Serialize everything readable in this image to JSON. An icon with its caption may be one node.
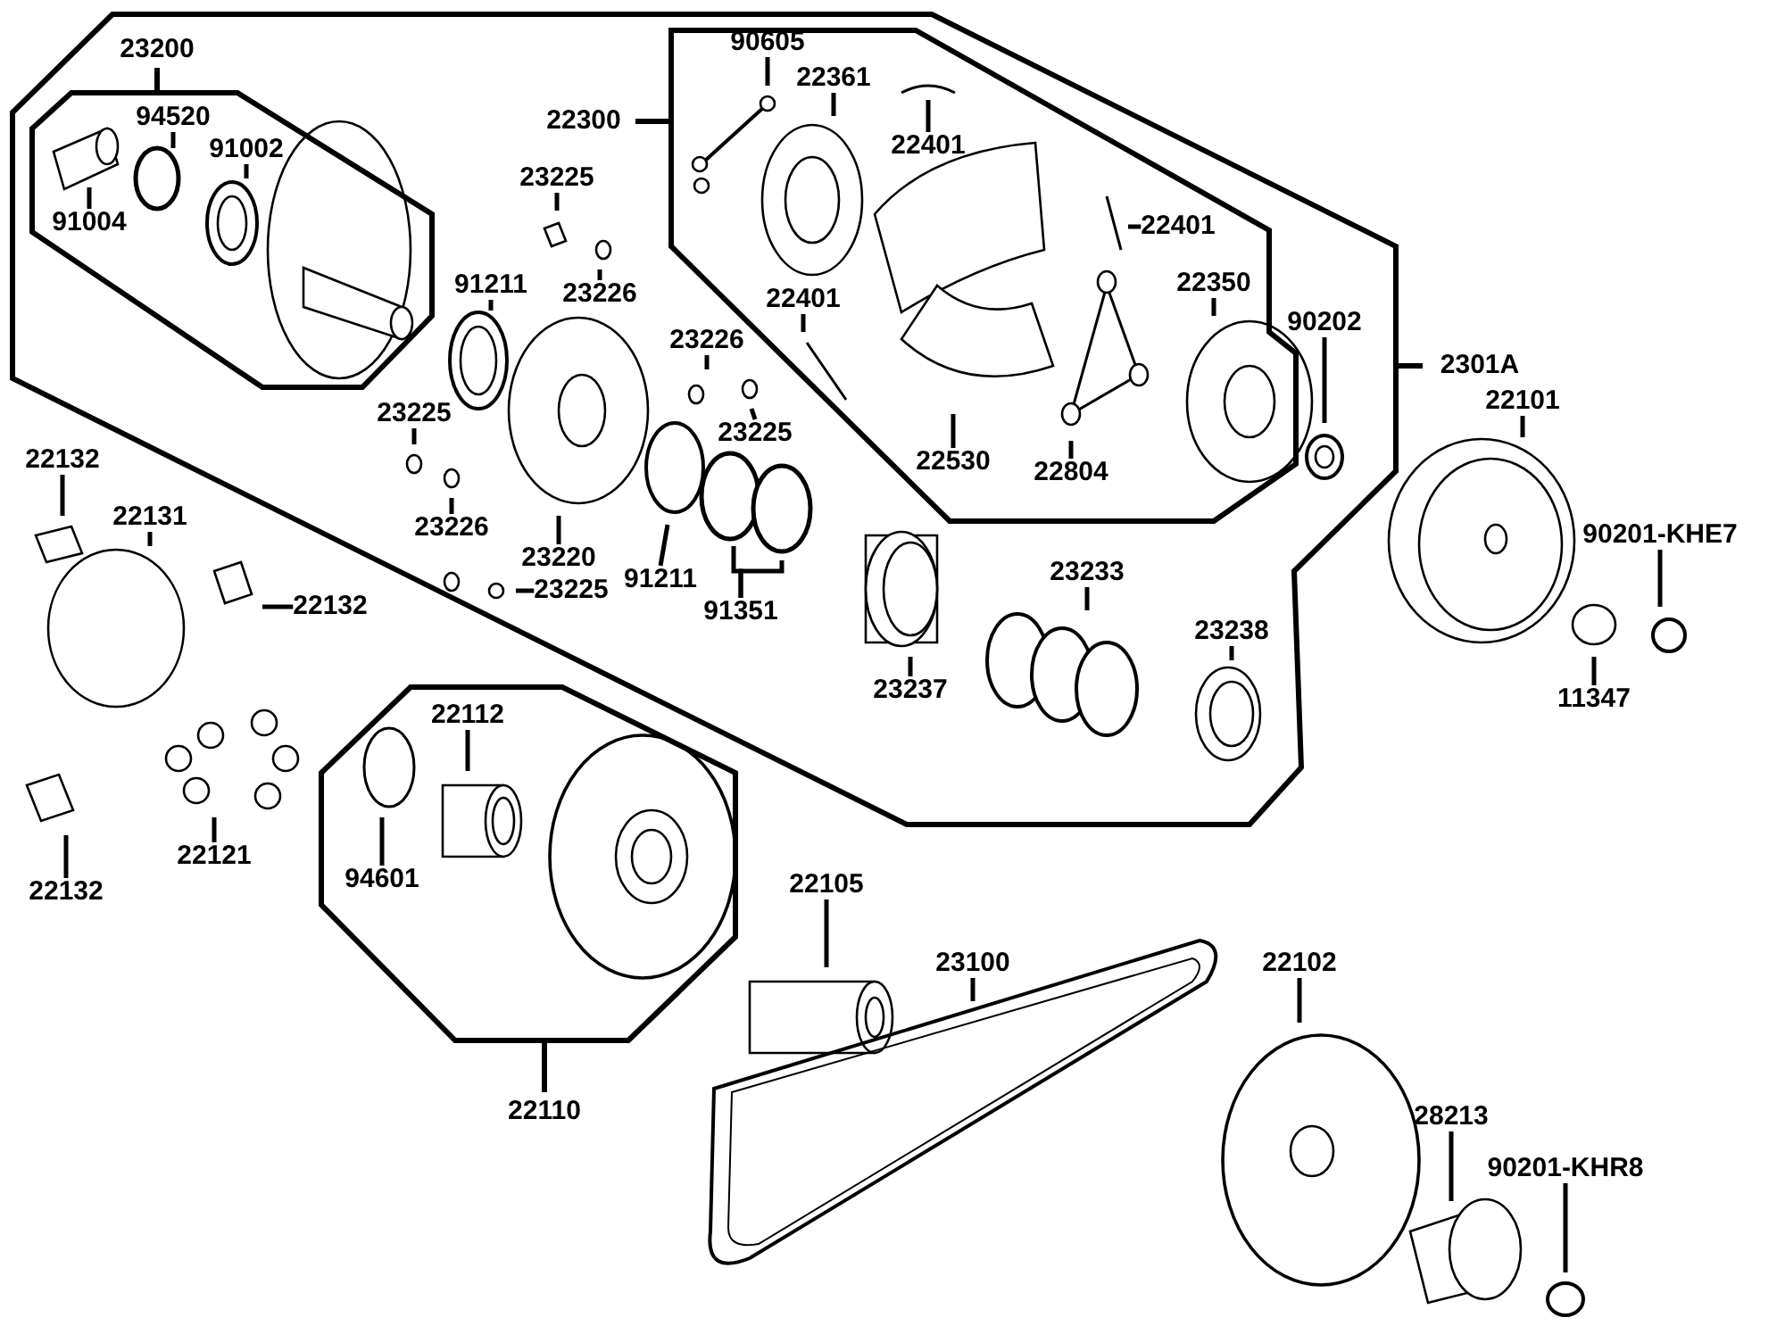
{
  "diagram": {
    "nodes": [
      {
        "text": [
          "2301A"
        ]
      },
      {
        "text": [
          "23200"
        ],
        "in": 0
      },
      {
        "text": [
          "94520"
        ],
        "in": 1
      },
      {
        "text": [
          "91002"
        ],
        "in": 1
      },
      {
        "text": [
          "91004"
        ],
        "in": 1
      },
      {
        "text": [
          "22300"
        ],
        "in": 0
      },
      {
        "text": [
          "90605"
        ],
        "in": 5
      },
      {
        "text": [
          "22361"
        ],
        "in": 5
      },
      {
        "text": [
          "22401"
        ],
        "in": 5
      },
      {
        "text": [
          "22401"
        ],
        "in": 5
      },
      {
        "text": [
          "22401"
        ],
        "in": 5
      },
      {
        "text": [
          "22350"
        ],
        "in": 5
      },
      {
        "text": [
          "22530"
        ],
        "in": 5
      },
      {
        "text": [
          "22804"
        ],
        "in": 5
      },
      {
        "text": [
          "23225"
        ],
        "in": 0
      },
      {
        "text": [
          "23226"
        ],
        "in": 0
      },
      {
        "text": [
          "91211"
        ],
        "in": 0
      },
      {
        "text": [
          "23226"
        ],
        "in": 0
      },
      {
        "text": [
          "23225"
        ],
        "in": 0
      },
      {
        "text": [
          "23225"
        ],
        "in": 0
      },
      {
        "text": [
          "23226"
        ],
        "in": 0
      },
      {
        "text": [
          "23220"
        ],
        "in": 0
      },
      {
        "text": [
          "91211"
        ],
        "in": 0
      },
      {
        "text": [
          "23225"
        ],
        "in": 0
      },
      {
        "text": [
          "91351"
        ],
        "in": 0
      },
      {
        "text": [
          "23233"
        ],
        "in": 0
      },
      {
        "text": [
          "23237"
        ],
        "in": 0
      },
      {
        "text": [
          "23238"
        ],
        "in": 0
      },
      {
        "text": [
          "90202"
        ],
        "in": 0
      },
      {
        "text": [
          "22101"
        ]
      },
      {
        "text": [
          "90201-KHE7"
        ]
      },
      {
        "text": [
          "11347"
        ]
      },
      {
        "text": [
          "22132"
        ]
      },
      {
        "text": [
          "22131"
        ]
      },
      {
        "text": [
          "22132"
        ]
      },
      {
        "text": [
          "22132"
        ]
      },
      {
        "text": [
          "22121"
        ]
      },
      {
        "text": [
          "22110"
        ]
      },
      {
        "text": [
          "22112"
        ],
        "in": 37
      },
      {
        "text": [
          "94601"
        ],
        "in": 37
      },
      {
        "text": [
          "22105"
        ]
      },
      {
        "text": [
          "23100"
        ]
      },
      {
        "text": [
          "22102"
        ]
      },
      {
        "text": [
          "28213"
        ]
      },
      {
        "text": [
          "90201-KHR8"
        ]
      }
    ],
    "edges": [
      {
        "from": 2,
        "to": null,
        "arrow": "none"
      },
      {
        "from": 3,
        "to": null,
        "arrow": "none"
      },
      {
        "from": 4,
        "to": null,
        "arrow": "none"
      },
      {
        "from": 6,
        "to": null,
        "arrow": "none"
      },
      {
        "from": 7,
        "to": null,
        "arrow": "none"
      },
      {
        "from": 8,
        "to": null,
        "arrow": "none"
      },
      {
        "from": 9,
        "to": null,
        "arrow": "none"
      },
      {
        "from": 10,
        "to": null,
        "arrow": "none"
      },
      {
        "from": 11,
        "to": null,
        "arrow": "none"
      },
      {
        "from": 12,
        "to": null,
        "arrow": "none"
      },
      {
        "from": 13,
        "to": null,
        "arrow": "none"
      },
      {
        "from": 14,
        "to": null,
        "arrow": "none"
      },
      {
        "from": 15,
        "to": null,
        "arrow": "none"
      },
      {
        "from": 16,
        "to": null,
        "arrow": "none"
      },
      {
        "from": 17,
        "to": null,
        "arrow": "none"
      },
      {
        "from": 18,
        "to": null,
        "arrow": "none"
      },
      {
        "from": 19,
        "to": null,
        "arrow": "none"
      },
      {
        "from": 20,
        "to": null,
        "arrow": "none"
      },
      {
        "from": 21,
        "to": null,
        "arrow": "none"
      },
      {
        "from": 22,
        "to": null,
        "arrow": "none"
      },
      {
        "from": 23,
        "to": null,
        "arrow": "none"
      },
      {
        "from": 24,
        "to": null,
        "arrow": "none"
      },
      {
        "from": 24,
        "to": null,
        "arrow": "none"
      },
      {
        "from": 25,
        "to": null,
        "arrow": "none"
      },
      {
        "from": 26,
        "to": null,
        "arrow": "none"
      },
      {
        "from": 27,
        "to": null,
        "arrow": "none"
      },
      {
        "from": 28,
        "to": null,
        "arrow": "none"
      },
      {
        "from": 29,
        "to": null,
        "arrow": "none"
      },
      {
        "from": 30,
        "to": null,
        "arrow": "none"
      },
      {
        "from": 31,
        "to": null,
        "arrow": "none"
      },
      {
        "from": 32,
        "to": null,
        "arrow": "none"
      },
      {
        "from": 33,
        "to": null,
        "arrow": "none"
      },
      {
        "from": 34,
        "to": null,
        "arrow": "none"
      },
      {
        "from": 35,
        "to": null,
        "arrow": "none"
      },
      {
        "from": 36,
        "to": null,
        "arrow": "none"
      },
      {
        "from": 38,
        "to": null,
        "arrow": "none"
      },
      {
        "from": 39,
        "to": null,
        "arrow": "none"
      },
      {
        "from": 40,
        "to": null,
        "arrow": "none"
      },
      {
        "from": 41,
        "to": null,
        "arrow": "none"
      },
      {
        "from": 42,
        "to": null,
        "arrow": "none"
      },
      {
        "from": 43,
        "to": null,
        "arrow": "none"
      },
      {
        "from": 44,
        "to": null,
        "arrow": "none"
      }
    ]
  }
}
